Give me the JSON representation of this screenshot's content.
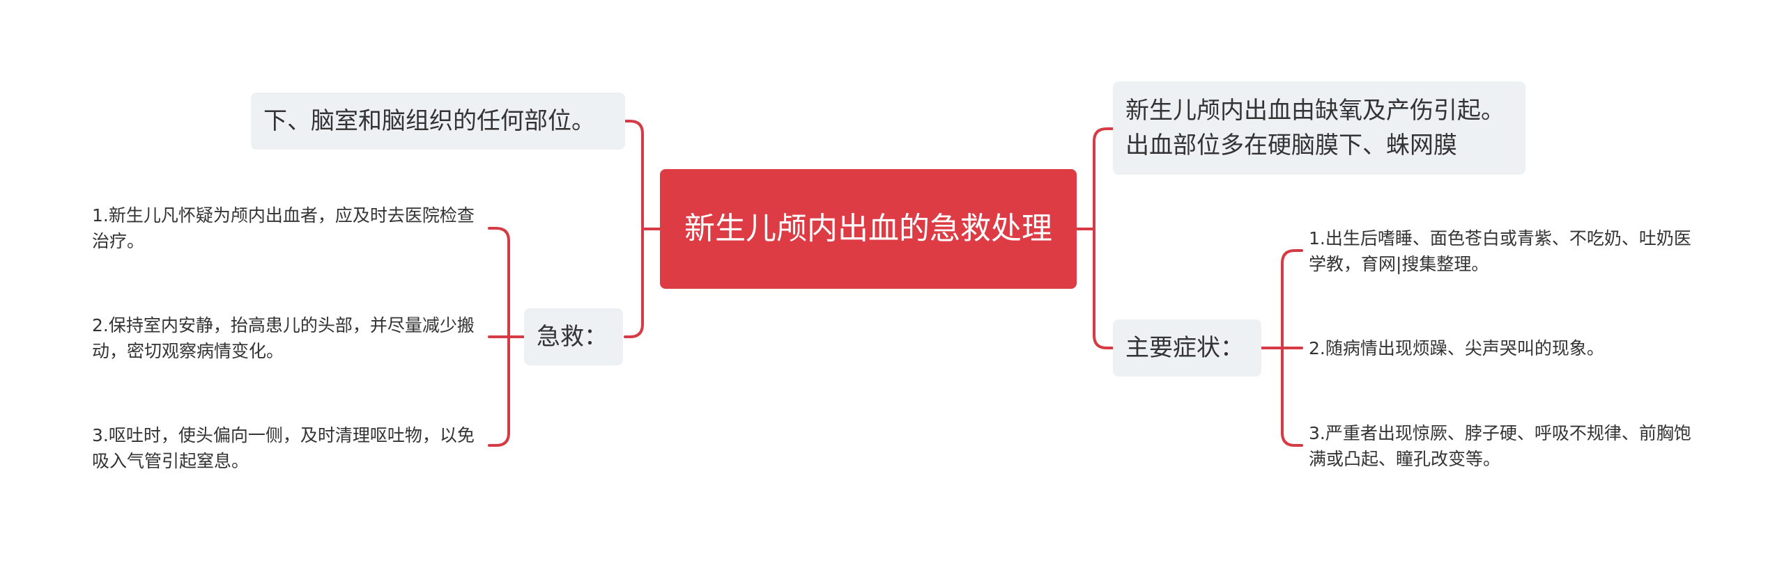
{
  "colors": {
    "root_bg": "#dd3c45",
    "line": "#d53a45",
    "sub_bg": "#eef1f4",
    "text": "#333333"
  },
  "root": {
    "label": "新生儿颅内出血的急救处理"
  },
  "left": {
    "top_node": "下、脑室和脑组织的任何部位。",
    "first_aid": {
      "label": "急救：",
      "items": [
        "1.新生儿凡怀疑为颅内出血者，应及时去医院检查治疗。",
        "2.保持室内安静，抬高患儿的头部，并尽量减少搬动，密切观察病情变化。",
        "3.呕吐时，使头偏向一侧，及时清理呕吐物，以免吸入气管引起窒息。"
      ]
    }
  },
  "right": {
    "top_node": "新生儿颅内出血由缺氧及产伤引起。出血部位多在硬脑膜下、蛛网膜",
    "symptoms": {
      "label": "主要症状：",
      "items": [
        "1.出生后嗜睡、面色苍白或青紫、不吃奶、吐奶医学教，育网|搜集整理。",
        "2.随病情出现烦躁、尖声哭叫的现象。",
        "3.严重者出现惊厥、脖子硬、呼吸不规律、前胸饱满或凸起、瞳孔改变等。"
      ]
    }
  }
}
